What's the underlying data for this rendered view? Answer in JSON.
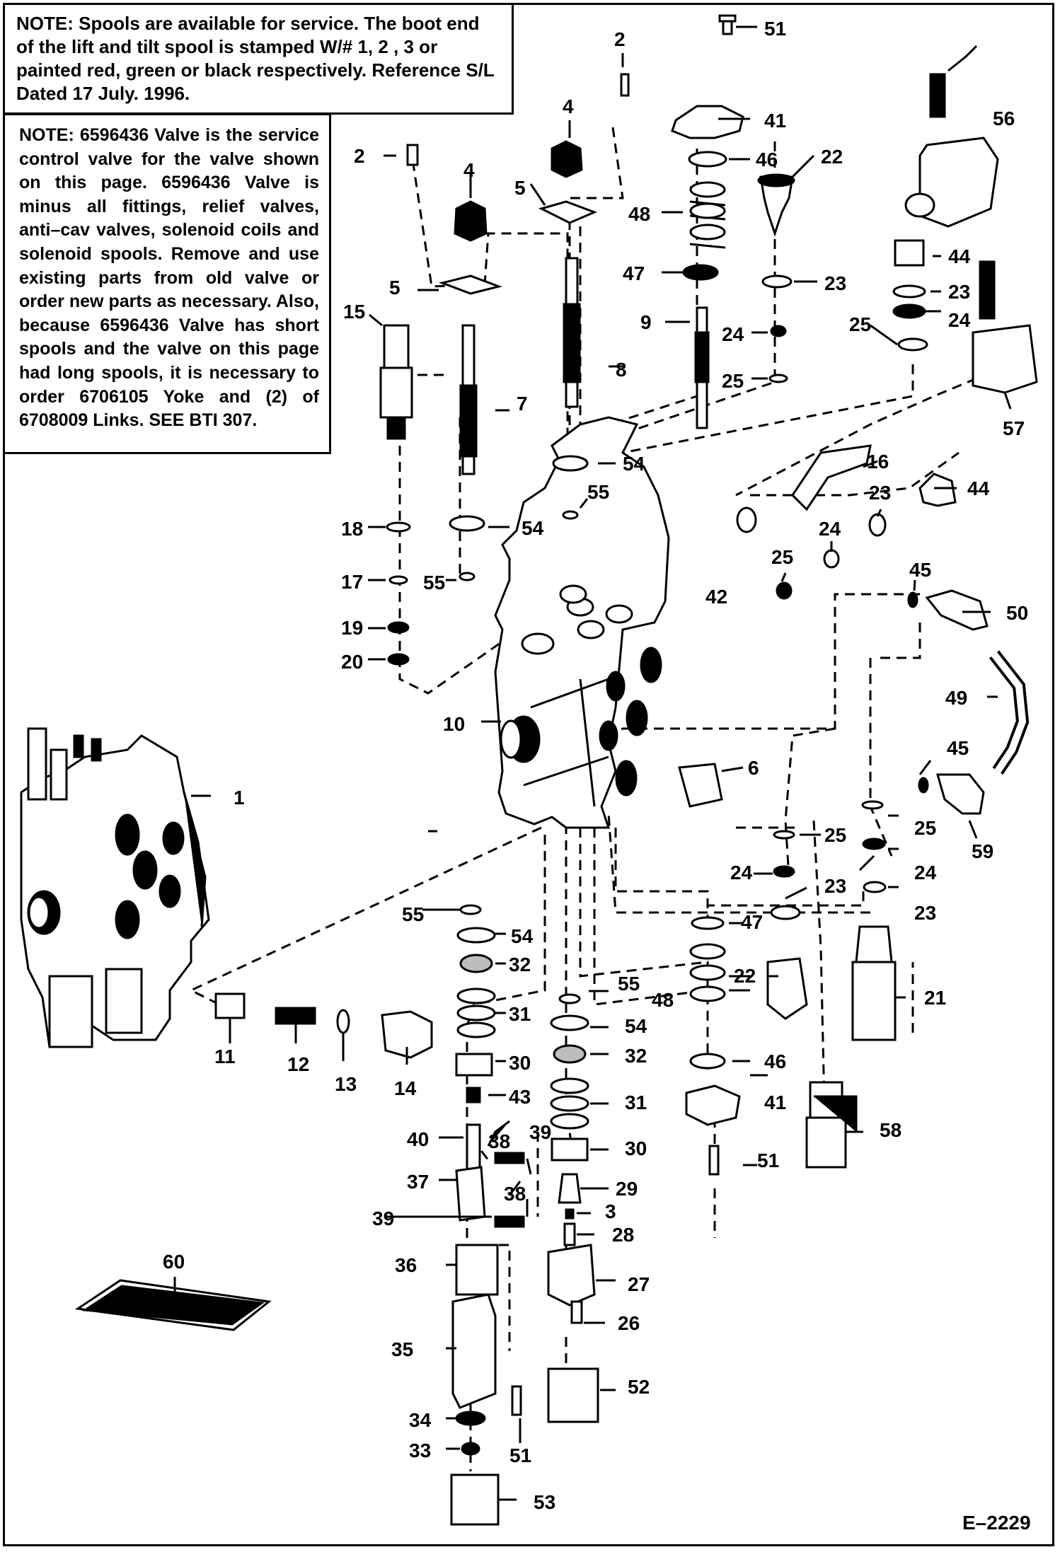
{
  "notes": {
    "spools": {
      "lead": "NOTE:",
      "text": " Spools are available for service.  The boot end of the lift and tilt spool is stamped W/# 1, 2 , 3 or painted red, green or black respectively.  Reference S/L Dated 17 July. 1996."
    },
    "service_valve": {
      "lead": "NOTE:",
      "text": " 6596436 Valve is the service control valve for the valve shown on this page.  6596436 Valve is minus all fittings, relief valves, anti–cav valves, solenoid coils and solenoid spools.  Remove and use existing parts from old valve or order new parts as necessary.  Also, because 6596436 Valve has short spools and the valve on this page had long spools, it is necessary to order 6706105 Yoke and (2) of 6708009 Links.  SEE BTI 307."
    }
  },
  "callouts": {
    "c1": "1",
    "c2a": "2",
    "c2b": "2",
    "c3": "3",
    "c4a": "4",
    "c4b": "4",
    "c5a": "5",
    "c5b": "5",
    "c6": "6",
    "c7": "7",
    "c8": "8",
    "c9": "9",
    "c10": "10",
    "c11": "11",
    "c12": "12",
    "c13": "13",
    "c14": "14",
    "c15": "15",
    "c16": "16",
    "c17": "17",
    "c18": "18",
    "c19": "19",
    "c20": "20",
    "c21": "21",
    "c22a": "22",
    "c22b": "22",
    "c23a": "23",
    "c23b": "23",
    "c23c": "23",
    "c23d": "23",
    "c23e": "23",
    "c24a": "24",
    "c24b": "24",
    "c24c": "24",
    "c24d": "24",
    "c24e": "24",
    "c25a": "25",
    "c25b": "25",
    "c25c": "25",
    "c25d": "25",
    "c25e": "25",
    "c26": "26",
    "c27": "27",
    "c28": "28",
    "c29": "29",
    "c30a": "30",
    "c30b": "30",
    "c31a": "31",
    "c31b": "31",
    "c32a": "32",
    "c32b": "32",
    "c33": "33",
    "c34": "34",
    "c35": "35",
    "c36": "36",
    "c37": "37",
    "c38a": "38",
    "c38b": "38",
    "c39a": "39",
    "c39b": "39",
    "c40": "40",
    "c41a": "41",
    "c41b": "41",
    "c42": "42",
    "c43": "43",
    "c44a": "44",
    "c44b": "44",
    "c45a": "45",
    "c45b": "45",
    "c46a": "46",
    "c46b": "46",
    "c47a": "47",
    "c47b": "47",
    "c48a": "48",
    "c48b": "48",
    "c49": "49",
    "c50": "50",
    "c51a": "51",
    "c51b": "51",
    "c51c": "51",
    "c52": "52",
    "c53": "53",
    "c54a": "54",
    "c54b": "54",
    "c54c": "54",
    "c54d": "54",
    "c55a": "55",
    "c55b": "55",
    "c55c": "55",
    "c55d": "55",
    "c56": "56",
    "c57": "57",
    "c58": "58",
    "c59": "59",
    "c60": "60"
  },
  "drawing_number": "E–2229"
}
